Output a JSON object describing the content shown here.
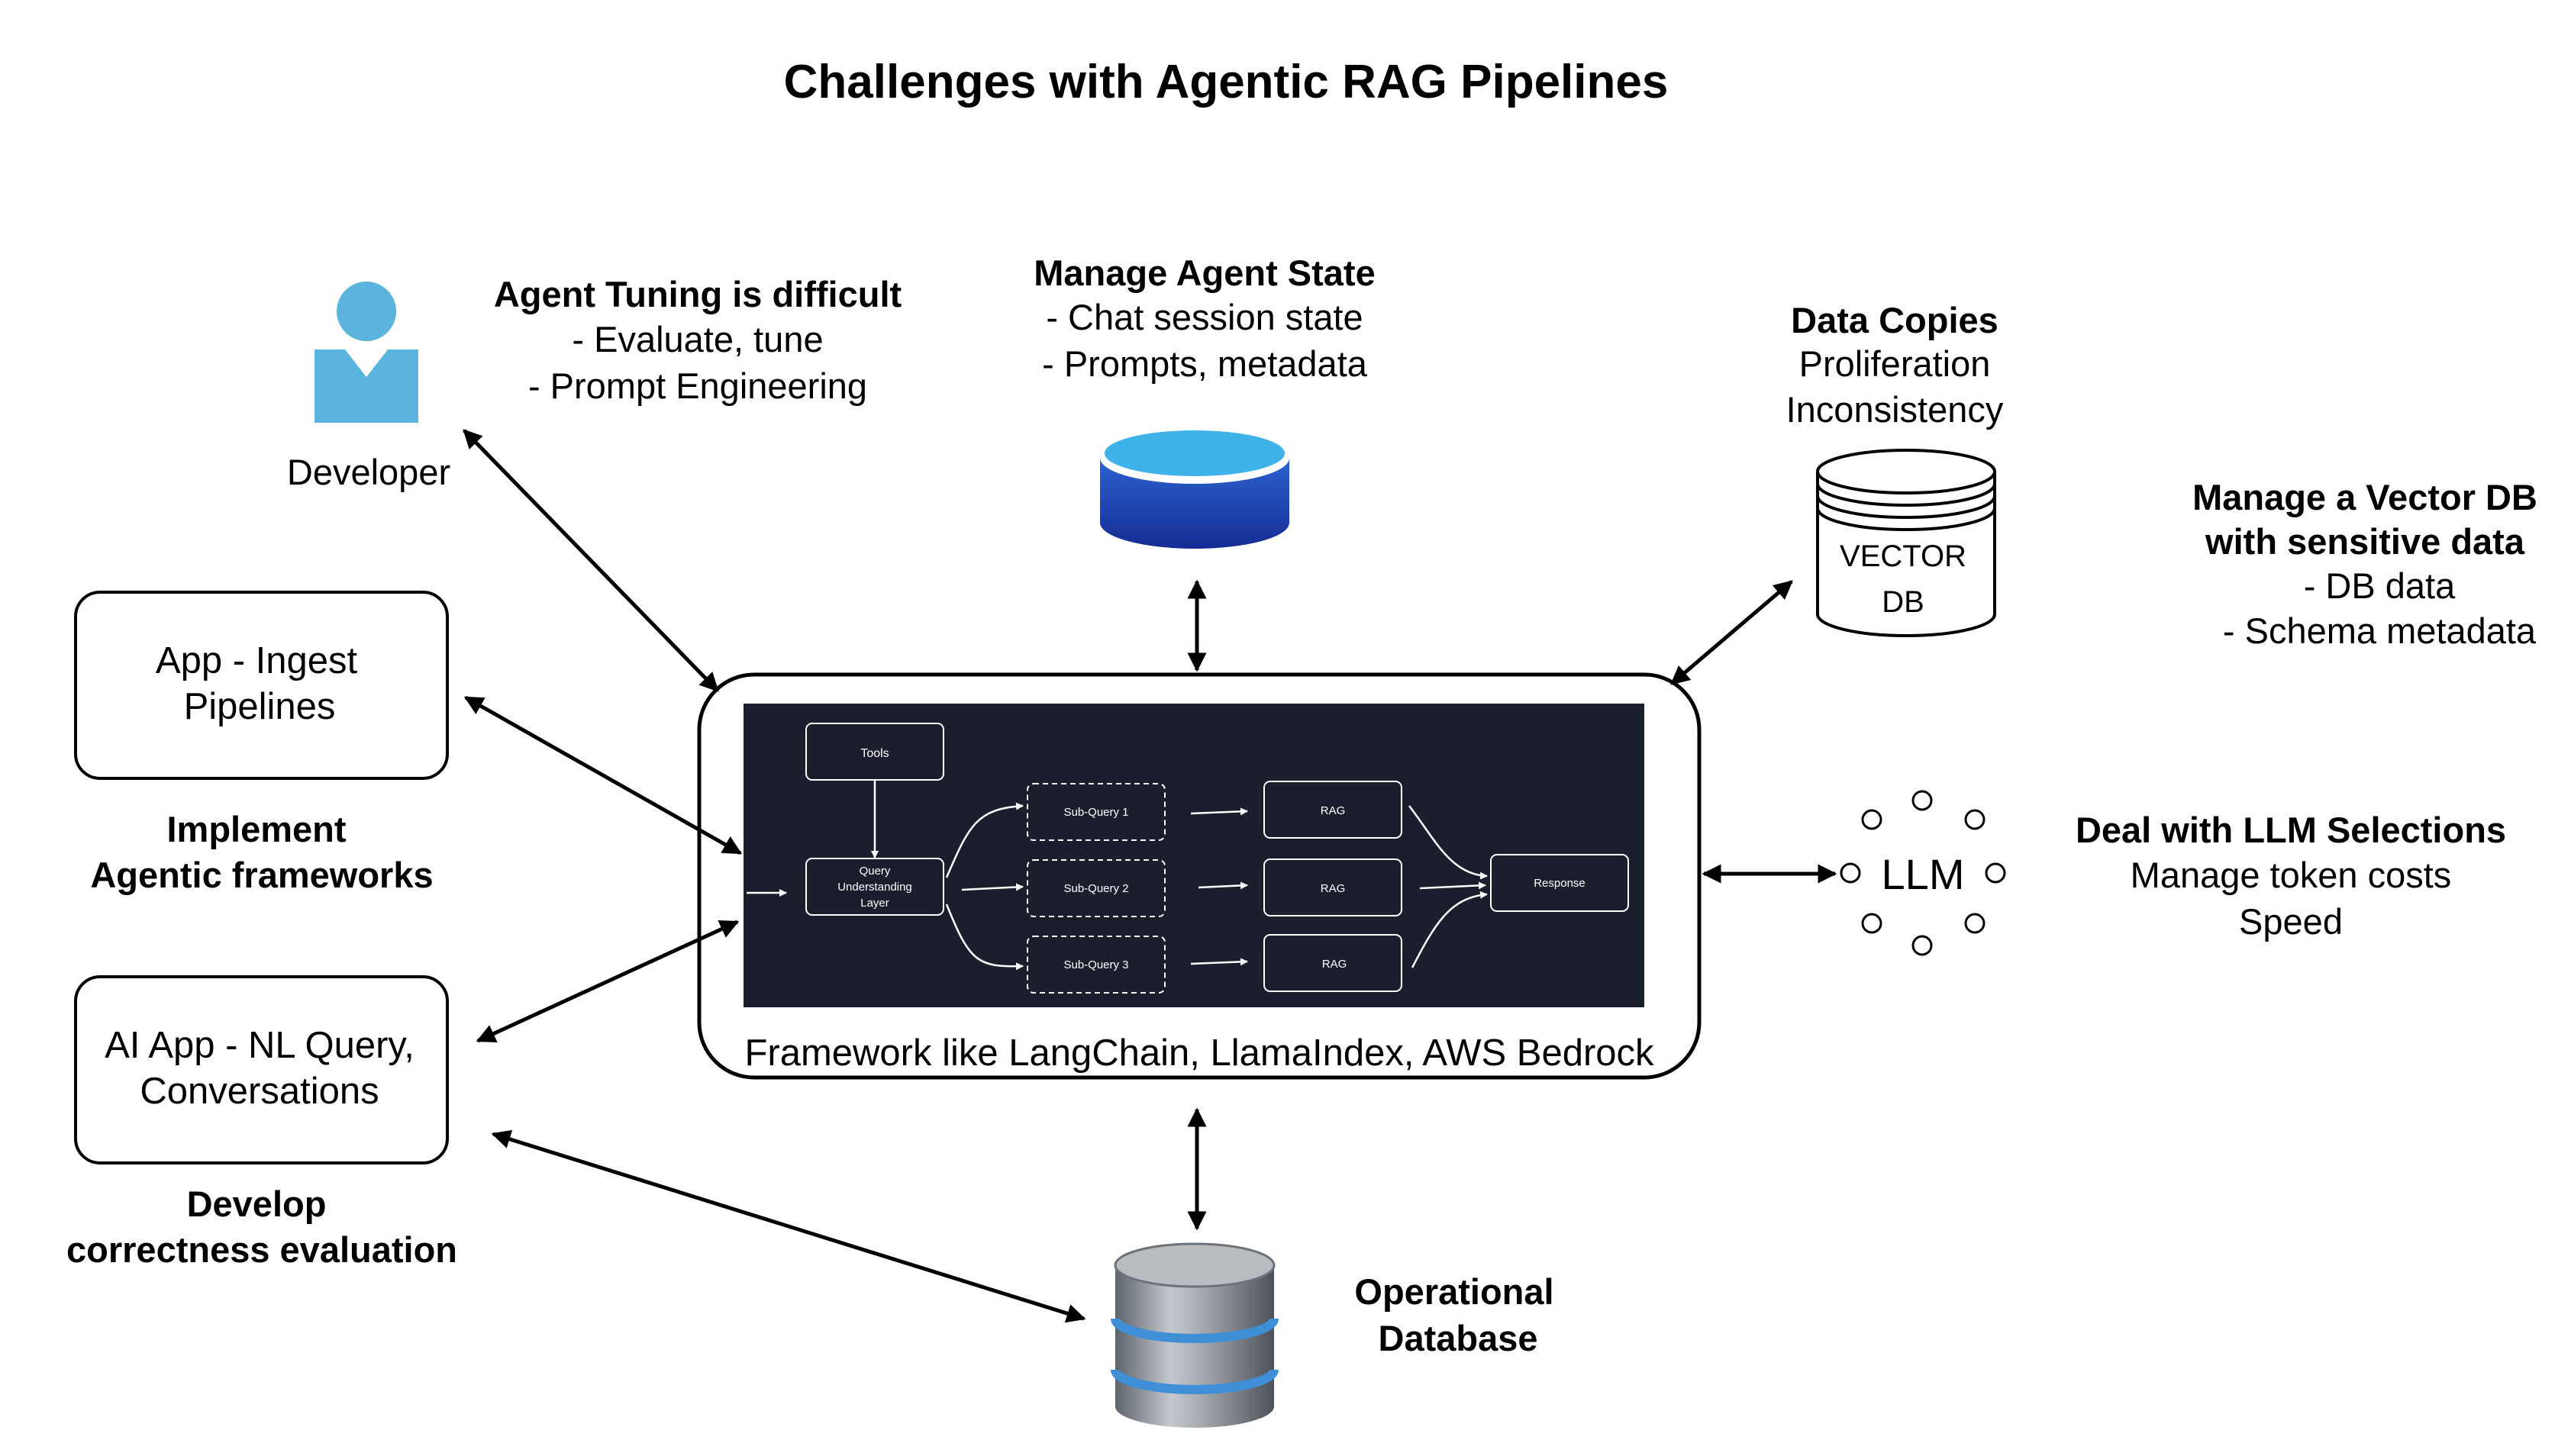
{
  "title": "Challenges with Agentic RAG Pipelines",
  "developer": {
    "label": "Developer",
    "heading": "Agent Tuning is difficult",
    "lines": [
      "- Evaluate, tune",
      "- Prompt Engineering"
    ]
  },
  "agent_state": {
    "heading": "Manage Agent State",
    "lines": [
      "- Chat session state",
      "- Prompts, metadata"
    ]
  },
  "data_copies": {
    "heading": "Data Copies",
    "lines": [
      "Proliferation",
      "Inconsistency"
    ]
  },
  "vector_db": {
    "label_line1": "VECTOR",
    "label_line2": "DB",
    "heading_line1": "Manage a Vector DB",
    "heading_line2": "with sensitive data",
    "lines": [
      "- DB data",
      "- Schema metadata"
    ]
  },
  "ingest_box": {
    "line1": "App - Ingest",
    "line2": "Pipelines",
    "caption_line1": "Implement",
    "caption_line2": "Agentic frameworks"
  },
  "query_box": {
    "line1": "AI App - NL Query,",
    "line2": "Conversations",
    "caption_line1": "Develop",
    "caption_line2": "correctness evaluation"
  },
  "llm": {
    "label": "LLM",
    "heading": "Deal with LLM Selections",
    "lines": [
      "Manage token costs",
      "Speed"
    ]
  },
  "operational_db": {
    "line1": "Operational",
    "line2": "Database"
  },
  "framework": {
    "caption": "Framework like LangChain, LlamaIndex, AWS Bedrock",
    "nodes": {
      "tools": "Tools",
      "query_line1": "Query",
      "query_line2": "Understanding",
      "query_line3": "Layer",
      "sub1": "Sub-Query 1",
      "sub2": "Sub-Query 2",
      "sub3": "Sub-Query 3",
      "rag1": "RAG",
      "rag2": "RAG",
      "rag3": "RAG",
      "response": "Response"
    }
  },
  "colors": {
    "developer_icon": "#5ab4dd",
    "state_db_top": "#3fb2ea",
    "state_db_body": "#1e3fa8",
    "panel_background": "#1b1f2d",
    "op_db_metal": "#8a9198",
    "op_db_glow": "#3e8fd6"
  }
}
